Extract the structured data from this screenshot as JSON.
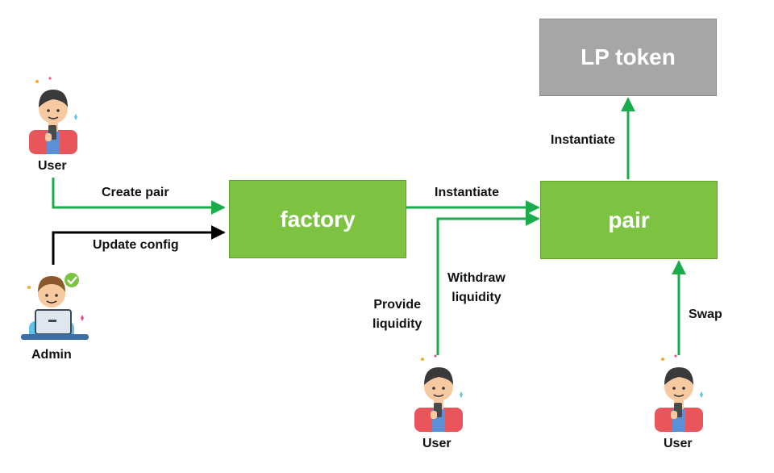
{
  "nodes": {
    "lp_token": "LP token",
    "factory": "factory",
    "pair": "pair"
  },
  "edges": {
    "create_pair": "Create pair",
    "update_config": "Update config",
    "instantiate_pair": "Instantiate",
    "instantiate_lp": "Instantiate",
    "provide_liquidity": [
      "Provide",
      "liquidity"
    ],
    "withdraw_liquidity": [
      "Withdraw",
      "liquidity"
    ],
    "swap": "Swap"
  },
  "actors": {
    "user_top": "User",
    "admin": "Admin",
    "user_provide": "User",
    "user_swap": "User"
  },
  "colors": {
    "node_green": "#7ec242",
    "node_gray": "#a6a6a6",
    "arrow_green": "#1aab4b",
    "arrow_black": "#000000"
  }
}
